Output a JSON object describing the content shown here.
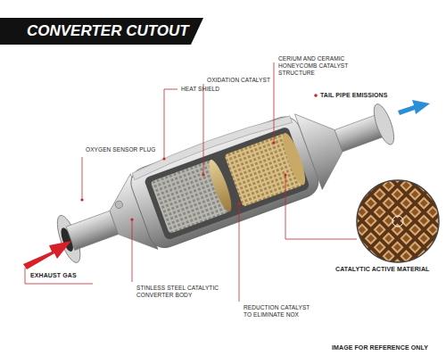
{
  "diagram": {
    "title": "CONVERTER CUTOUT",
    "labels": [
      "HEAT SHIELD",
      "OXIDATION CATALYST",
      "CERIUM AND CERAMIC HONEYCOMB CATALYST STRUCTURE",
      "TAIL PIPE EMISSIONS",
      "OXYGEN SENSOR PLUG",
      "CATALYTIC ACTIVE MATERIAL",
      "EXHAUST GAS",
      "STINLESS STEEL CATALYTIC CONVERTER BODY",
      "REDUCTION CATALYST TO ELIMINATE NOX",
      "IMAGE FOR REFERENCE ONLY"
    ]
  }
}
